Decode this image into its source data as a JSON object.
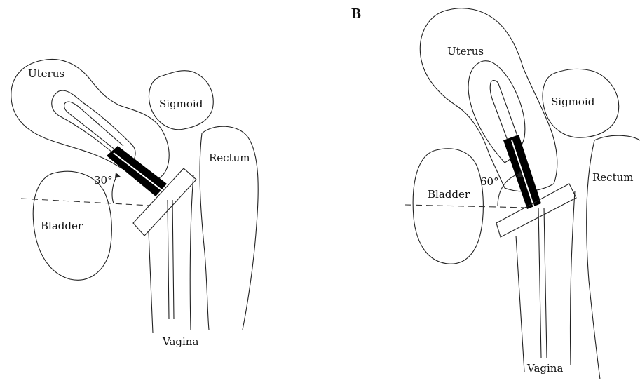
{
  "panel_b": {
    "letter": "B"
  },
  "left_diagram": {
    "uterus": "Uterus",
    "sigmoid": "Sigmoid",
    "rectum": "Rectum",
    "bladder": "Bladder",
    "vagina": "Vagina",
    "angle": "30°"
  },
  "right_diagram": {
    "uterus": "Uterus",
    "sigmoid": "Sigmoid",
    "rectum": "Rectum",
    "bladder": "Bladder",
    "vagina": "Vagina",
    "angle": "60°"
  },
  "colors": {
    "ink": "#222222",
    "applicator": "#000000",
    "background": "#ffffff"
  }
}
